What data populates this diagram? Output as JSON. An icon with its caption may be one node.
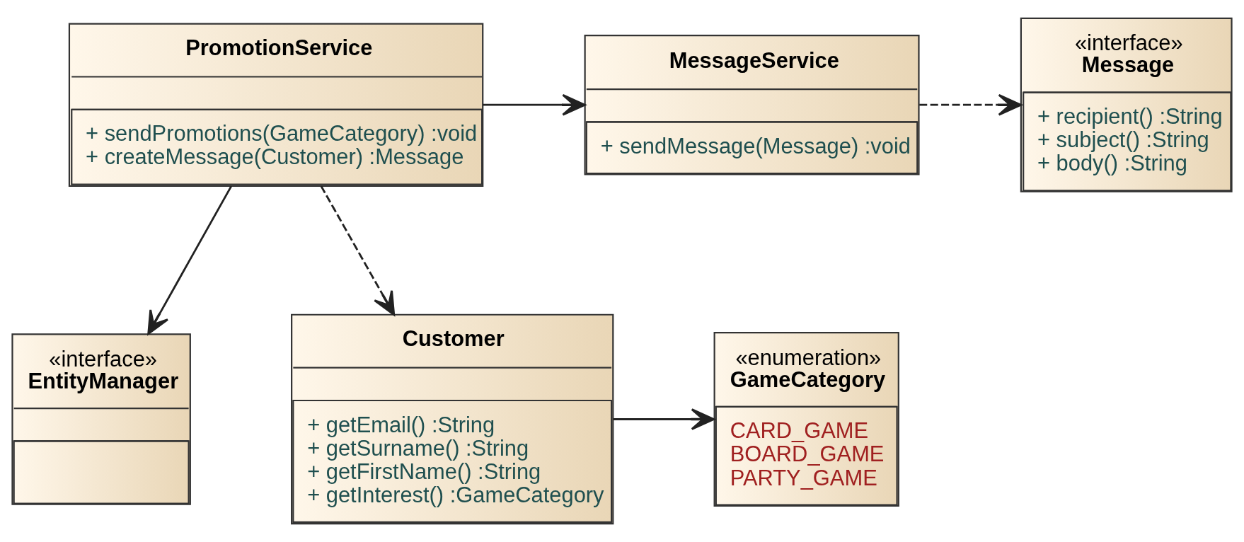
{
  "diagram": {
    "nodes": [
      {
        "text": [
          "PromotionService",
          "+ sendPromotions(GameCategory) :void",
          "+ createMessage(Customer) :Message"
        ]
      },
      {
        "text": [
          "MessageService",
          "+ sendMessage(Message) :void"
        ]
      },
      {
        "text": [
          "«interface»",
          "Message",
          "+ recipient() :String",
          "+ subject() :String",
          "+ body() :String"
        ]
      },
      {
        "text": [
          "«interface»",
          "EntityManager"
        ]
      },
      {
        "text": [
          "Customer",
          "+ getEmail() :String",
          "+ getSurname() :String",
          "+ getFirstName() :String",
          "+ getInterest() :GameCategory"
        ]
      },
      {
        "text": [
          "«enumeration»",
          "GameCategory",
          "CARD_GAME",
          "BOARD_GAME",
          "PARTY_GAME"
        ]
      }
    ],
    "edges": [
      {
        "from": 0,
        "to": 1,
        "arrow": "to"
      },
      {
        "from": 1,
        "to": 2,
        "arrow": "to",
        "style": "dashed"
      },
      {
        "from": 0,
        "to": 3,
        "arrow": "to"
      },
      {
        "from": 0,
        "to": 4,
        "arrow": "to",
        "style": "dashed"
      },
      {
        "from": 4,
        "to": 5,
        "arrow": "to"
      }
    ]
  }
}
